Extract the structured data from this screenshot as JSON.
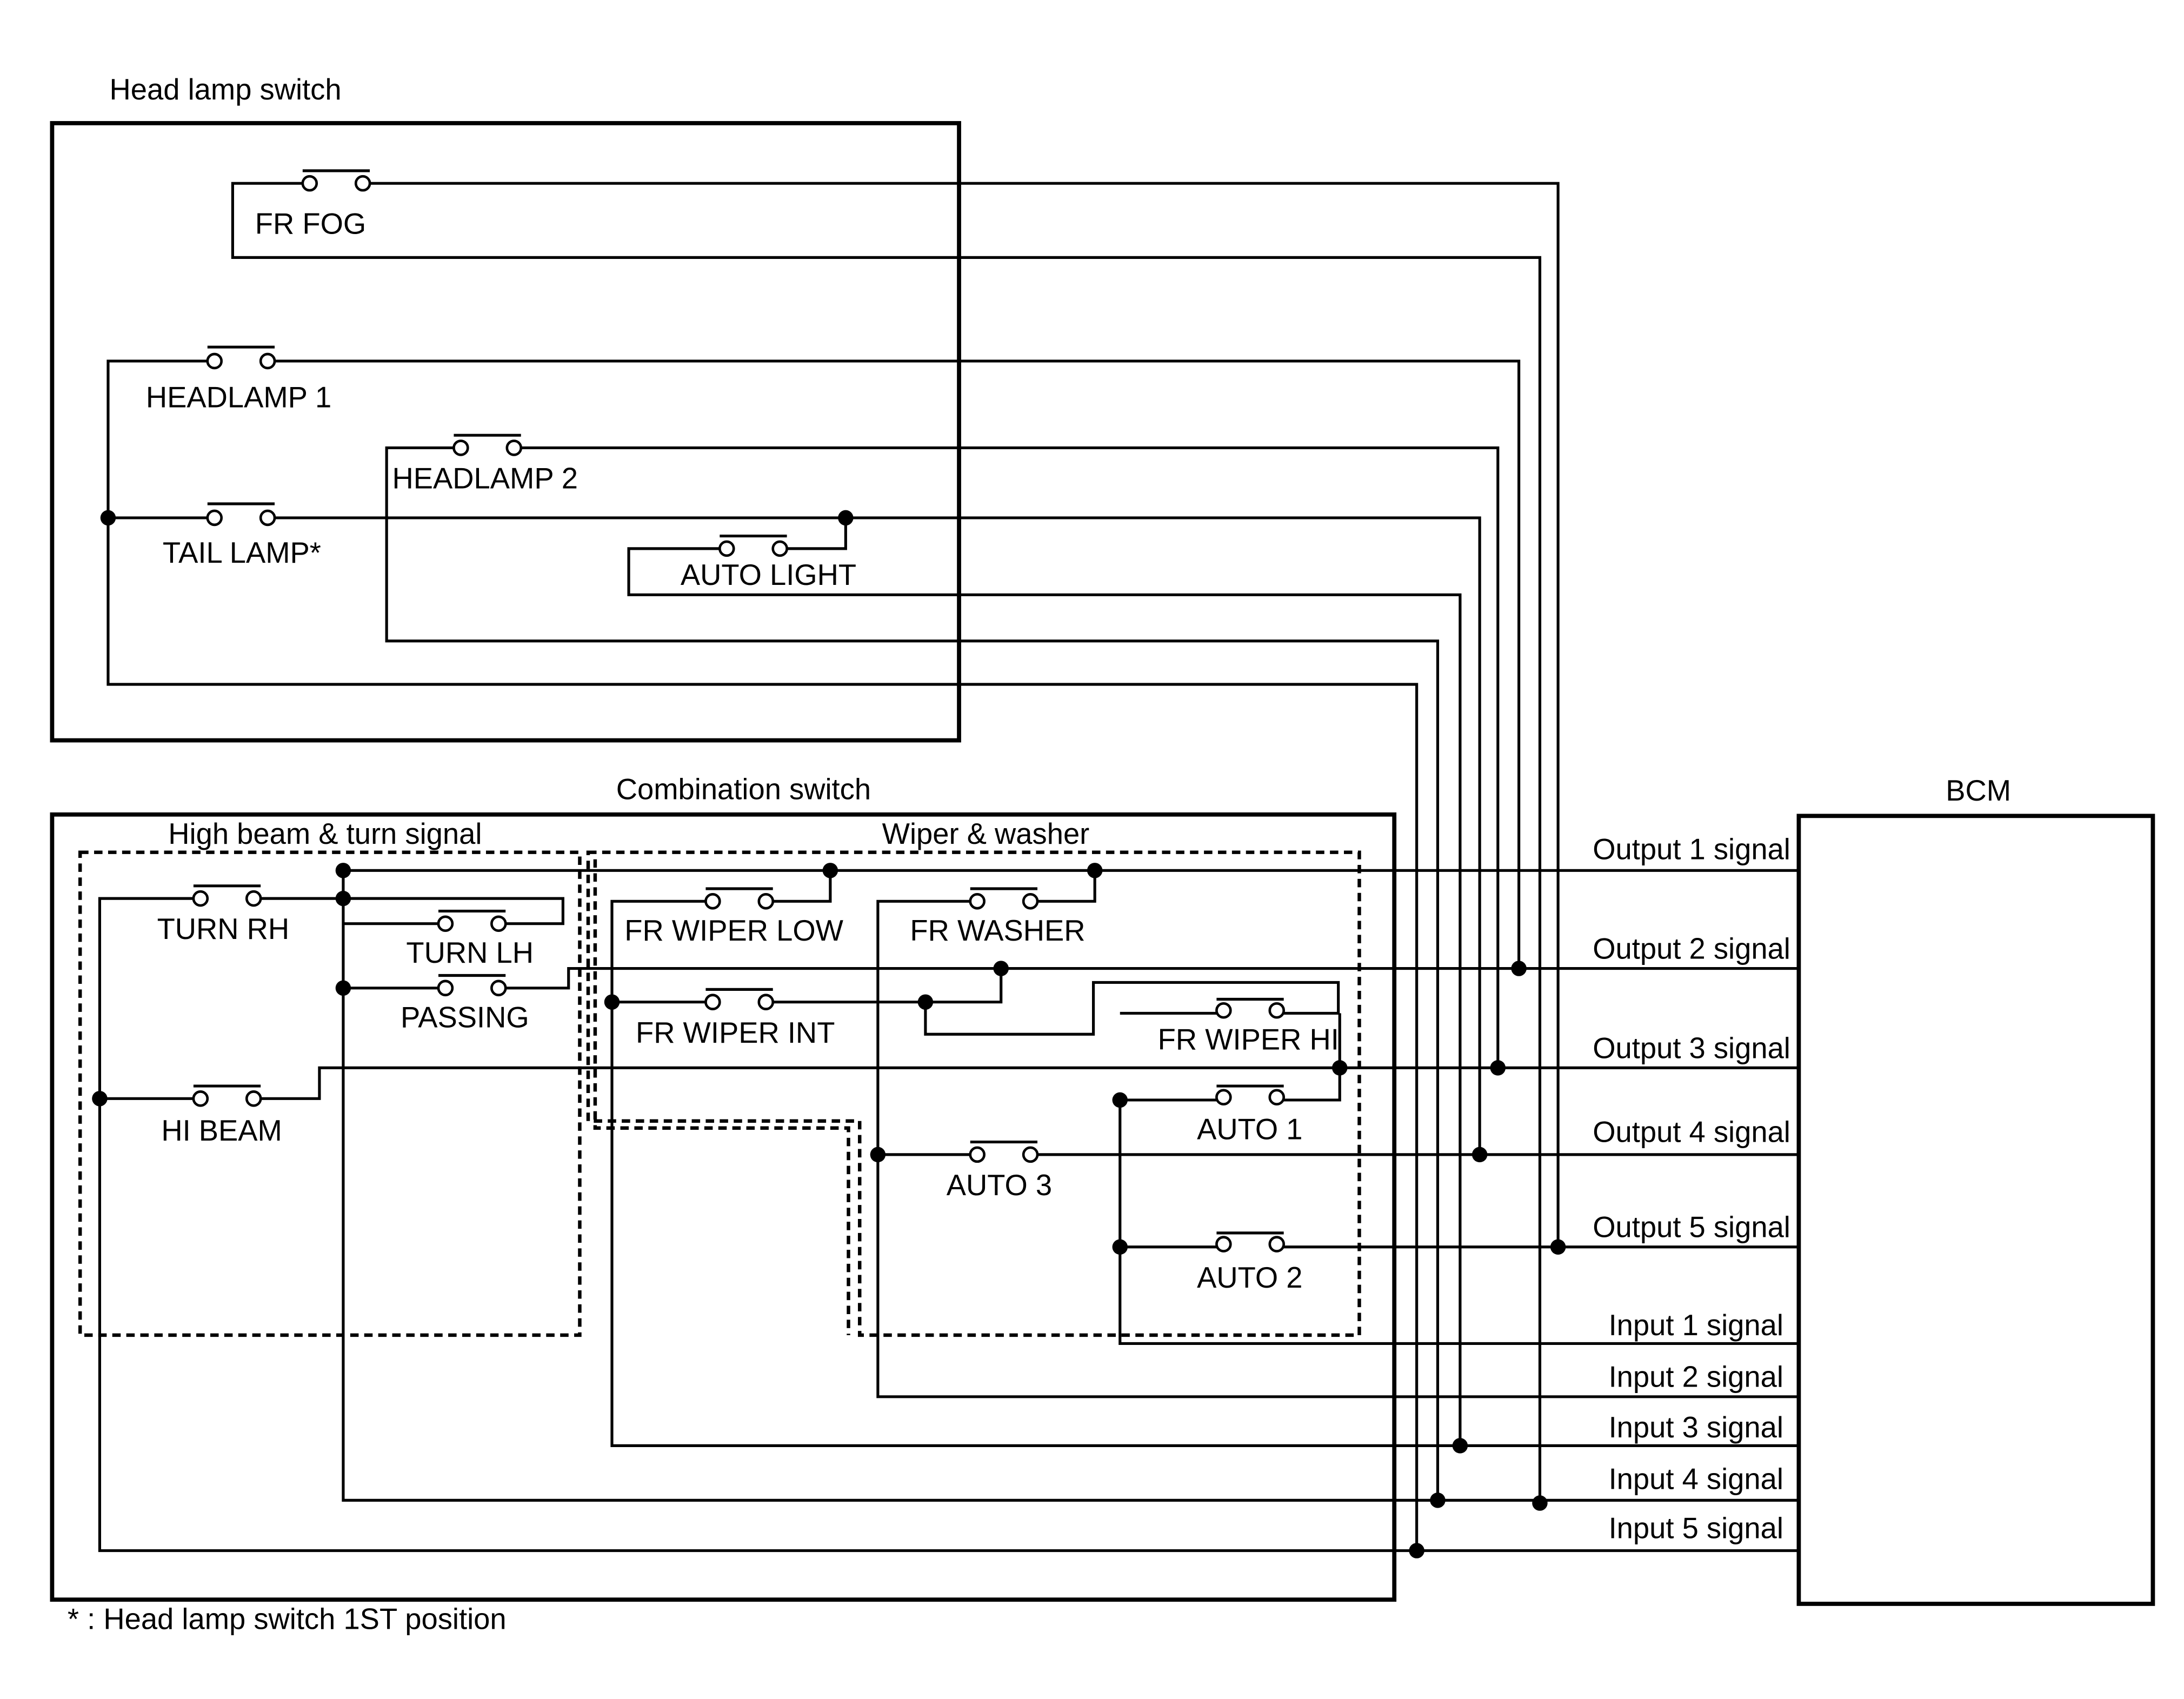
{
  "title_head_lamp_switch": "Head lamp switch",
  "title_combination_switch": "Combination switch",
  "title_high_beam_turn": "High beam & turn signal",
  "title_wiper_washer": "Wiper & washer",
  "title_bcm": "BCM",
  "footnote": "* : Head lamp switch 1ST position",
  "switches": {
    "fr_fog": "FR FOG",
    "headlamp1": "HEADLAMP 1",
    "headlamp2": "HEADLAMP 2",
    "tail_lamp": "TAIL LAMP*",
    "auto_light": "AUTO LIGHT",
    "turn_rh": "TURN RH",
    "turn_lh": "TURN LH",
    "passing": "PASSING",
    "hi_beam": "HI BEAM",
    "fr_wiper_low": "FR WIPER LOW",
    "fr_washer": "FR WASHER",
    "fr_wiper_int": "FR WIPER INT",
    "fr_wiper_hi": "FR WIPER HI",
    "auto1": "AUTO 1",
    "auto2": "AUTO 2",
    "auto3": "AUTO 3"
  },
  "bcm_signals": [
    "Output 1 signal",
    "Output 2 signal",
    "Output 3 signal",
    "Output 4 signal",
    "Output 5 signal",
    "Input 1 signal",
    "Input 2 signal",
    "Input 3 signal",
    "Input 4 signal",
    "Input 5 signal"
  ]
}
